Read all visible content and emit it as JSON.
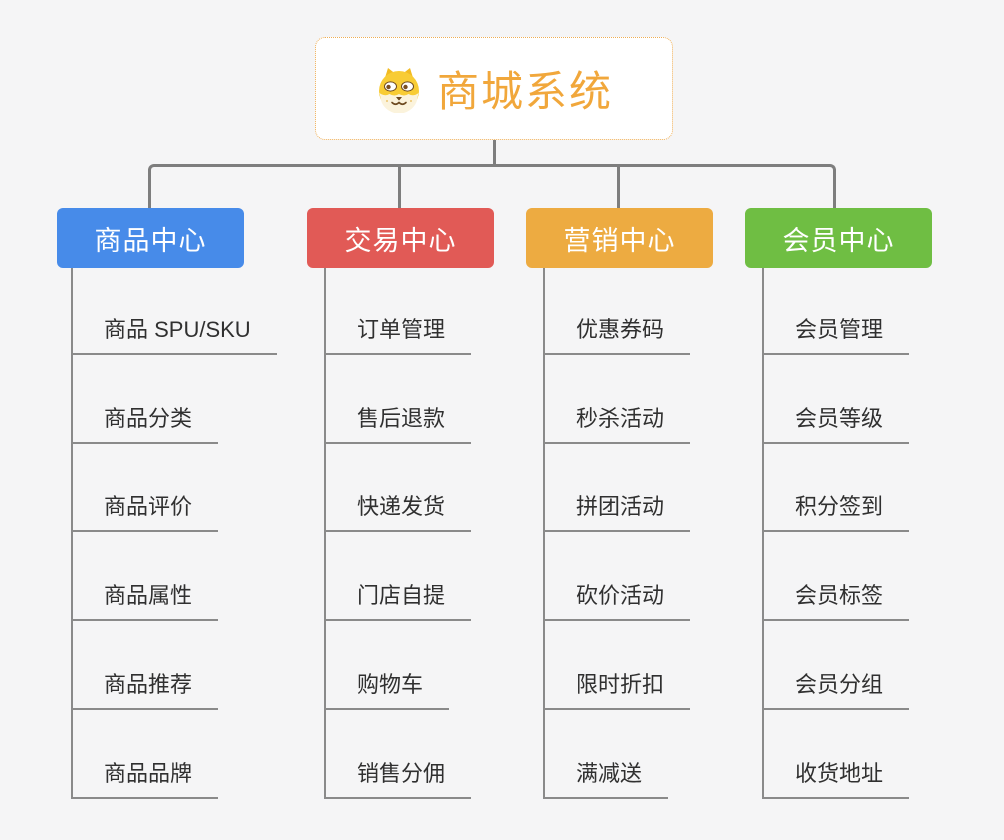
{
  "root": {
    "title": "商城系统",
    "icon": "dog-face",
    "text_color": "#F1A73B",
    "border_color": "#EFAE55"
  },
  "connector_color": "#7E7E7E",
  "line_color": "#8A8A8A",
  "branches": [
    {
      "label": "商品中心",
      "color": "#478BE9",
      "children": [
        "商品 SPU/SKU",
        "商品分类",
        "商品评价",
        "商品属性",
        "商品推荐",
        "商品品牌"
      ]
    },
    {
      "label": "交易中心",
      "color": "#E15A56",
      "children": [
        "订单管理",
        "售后退款",
        "快递发货",
        "门店自提",
        "购物车",
        "销售分佣"
      ]
    },
    {
      "label": "营销中心",
      "color": "#EDAB41",
      "children": [
        "优惠券码",
        "秒杀活动",
        "拼团活动",
        "砍价活动",
        "限时折扣",
        "满减送"
      ]
    },
    {
      "label": "会员中心",
      "color": "#6FBE43",
      "children": [
        "会员管理",
        "会员等级",
        "积分签到",
        "会员标签",
        "会员分组",
        "收货地址"
      ]
    }
  ]
}
